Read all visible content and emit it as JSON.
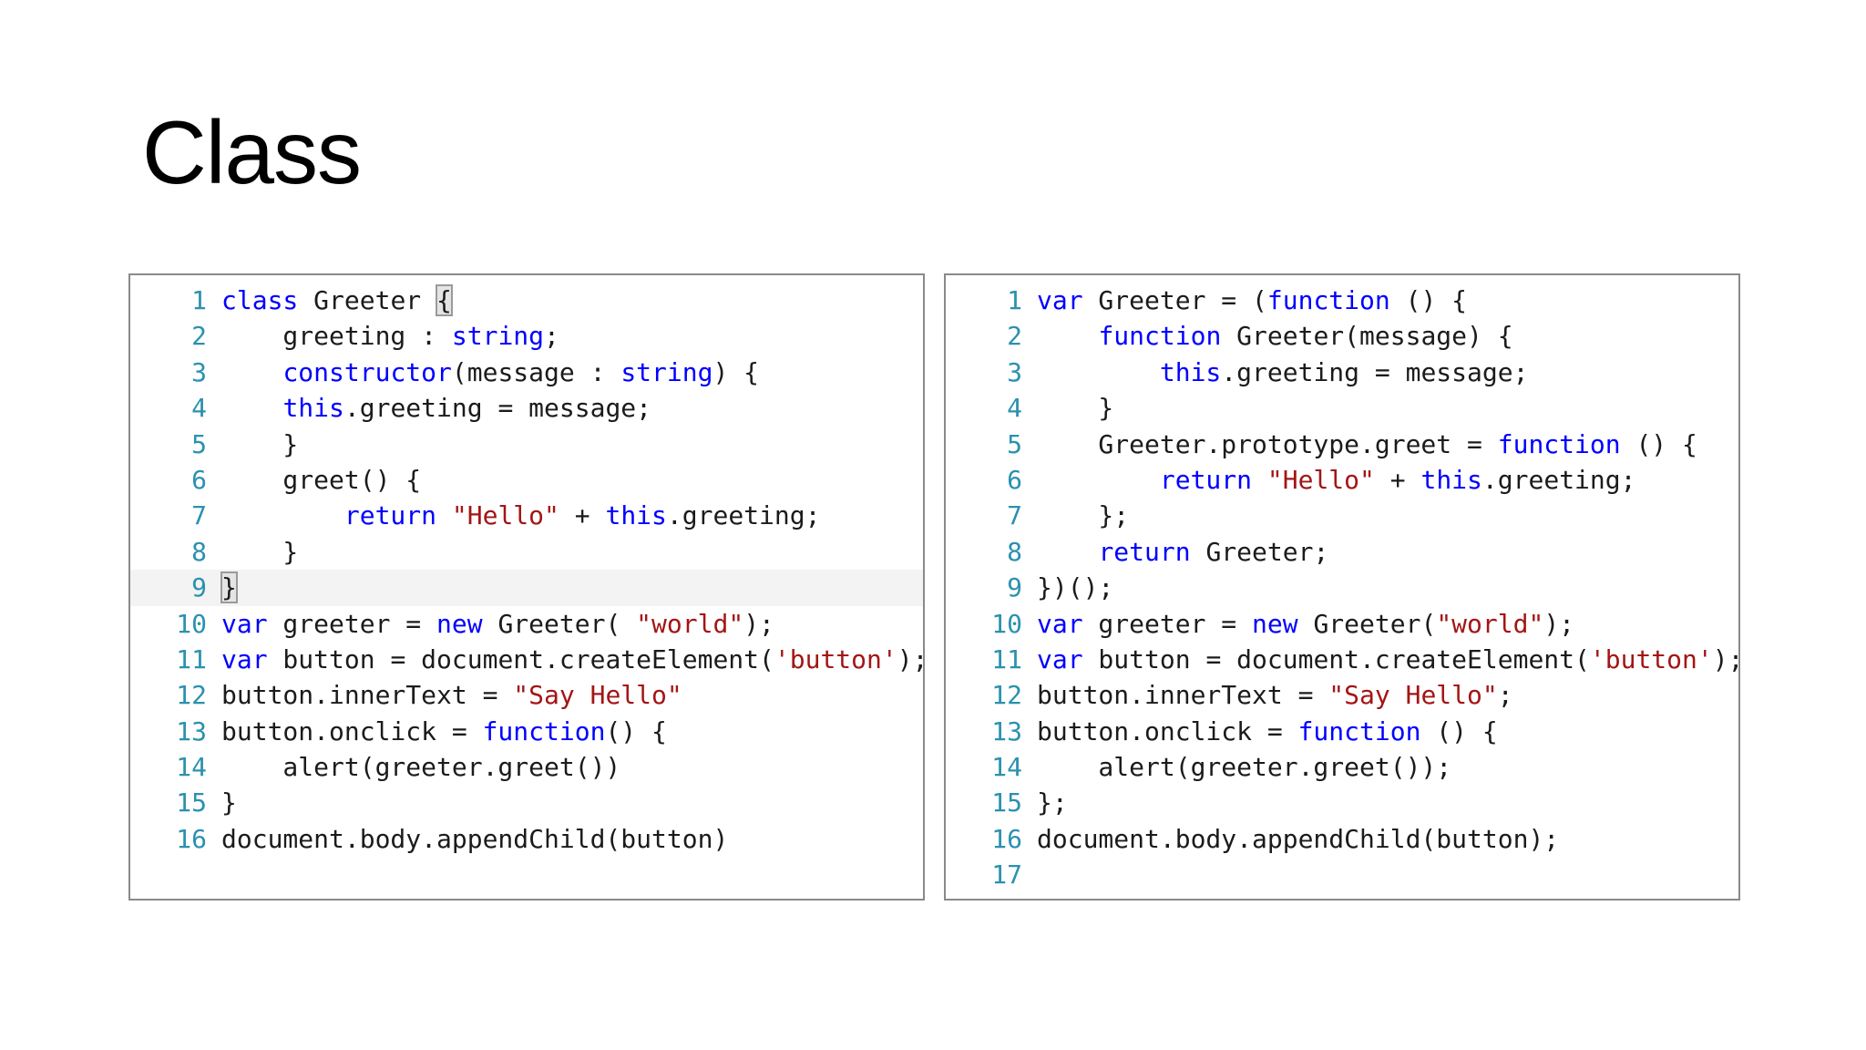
{
  "slide": {
    "title": "Class"
  },
  "colors": {
    "keyword": "#0000ff",
    "string": "#a31515",
    "line_number": "#2b91af",
    "plain": "#1b1b1b",
    "panel_border": "#8a8a8a"
  },
  "left_panel": {
    "language": "TypeScript",
    "highlighted_line": 9,
    "lines": [
      {
        "num": "1",
        "tokens": [
          {
            "t": "class",
            "k": "kw"
          },
          {
            "t": " Greeter ",
            "k": "pl"
          },
          {
            "t": "{",
            "k": "brace"
          }
        ]
      },
      {
        "num": "2",
        "tokens": [
          {
            "t": "    greeting : ",
            "k": "pl"
          },
          {
            "t": "string",
            "k": "kw"
          },
          {
            "t": ";",
            "k": "pl"
          }
        ]
      },
      {
        "num": "3",
        "tokens": [
          {
            "t": "    ",
            "k": "pl"
          },
          {
            "t": "constructor",
            "k": "kw"
          },
          {
            "t": "(message : ",
            "k": "pl"
          },
          {
            "t": "string",
            "k": "kw"
          },
          {
            "t": ") {",
            "k": "pl"
          }
        ]
      },
      {
        "num": "4",
        "tokens": [
          {
            "t": "    ",
            "k": "pl"
          },
          {
            "t": "this",
            "k": "kw"
          },
          {
            "t": ".greeting = message;",
            "k": "pl"
          }
        ]
      },
      {
        "num": "5",
        "tokens": [
          {
            "t": "    }",
            "k": "pl"
          }
        ]
      },
      {
        "num": "6",
        "tokens": [
          {
            "t": "    greet() {",
            "k": "pl"
          }
        ]
      },
      {
        "num": "7",
        "tokens": [
          {
            "t": "        ",
            "k": "pl"
          },
          {
            "t": "return",
            "k": "kw"
          },
          {
            "t": " ",
            "k": "pl"
          },
          {
            "t": "\"Hello\"",
            "k": "str"
          },
          {
            "t": " + ",
            "k": "pl"
          },
          {
            "t": "this",
            "k": "kw"
          },
          {
            "t": ".greeting;",
            "k": "pl"
          }
        ]
      },
      {
        "num": "8",
        "tokens": [
          {
            "t": "    }",
            "k": "pl"
          }
        ]
      },
      {
        "num": "9",
        "tokens": [
          {
            "t": "}",
            "k": "brace"
          }
        ]
      },
      {
        "num": "10",
        "tokens": [
          {
            "t": "var",
            "k": "kw"
          },
          {
            "t": " greeter = ",
            "k": "pl"
          },
          {
            "t": "new",
            "k": "kw"
          },
          {
            "t": " Greeter( ",
            "k": "pl"
          },
          {
            "t": "\"world\"",
            "k": "str"
          },
          {
            "t": ");",
            "k": "pl"
          }
        ]
      },
      {
        "num": "11",
        "tokens": [
          {
            "t": "var",
            "k": "kw"
          },
          {
            "t": " button = document.createElement(",
            "k": "pl"
          },
          {
            "t": "'button'",
            "k": "str"
          },
          {
            "t": ");",
            "k": "pl"
          }
        ]
      },
      {
        "num": "12",
        "tokens": [
          {
            "t": "button.innerText = ",
            "k": "pl"
          },
          {
            "t": "\"Say Hello\"",
            "k": "str"
          }
        ]
      },
      {
        "num": "13",
        "tokens": [
          {
            "t": "button.onclick = ",
            "k": "pl"
          },
          {
            "t": "function",
            "k": "kw"
          },
          {
            "t": "() {",
            "k": "pl"
          }
        ]
      },
      {
        "num": "14",
        "tokens": [
          {
            "t": "    alert(greeter.greet())",
            "k": "pl"
          }
        ]
      },
      {
        "num": "15",
        "tokens": [
          {
            "t": "}",
            "k": "pl"
          }
        ]
      },
      {
        "num": "16",
        "tokens": [
          {
            "t": "document.body.appendChild(button)",
            "k": "pl"
          }
        ]
      }
    ]
  },
  "right_panel": {
    "language": "JavaScript",
    "highlighted_line": null,
    "lines": [
      {
        "num": "1",
        "tokens": [
          {
            "t": "var",
            "k": "kw"
          },
          {
            "t": " Greeter = (",
            "k": "pl"
          },
          {
            "t": "function",
            "k": "kw"
          },
          {
            "t": " () {",
            "k": "pl"
          }
        ]
      },
      {
        "num": "2",
        "tokens": [
          {
            "t": "    ",
            "k": "pl"
          },
          {
            "t": "function",
            "k": "kw"
          },
          {
            "t": " Greeter(message) {",
            "k": "pl"
          }
        ]
      },
      {
        "num": "3",
        "tokens": [
          {
            "t": "        ",
            "k": "pl"
          },
          {
            "t": "this",
            "k": "kw"
          },
          {
            "t": ".greeting = message;",
            "k": "pl"
          }
        ]
      },
      {
        "num": "4",
        "tokens": [
          {
            "t": "    }",
            "k": "pl"
          }
        ]
      },
      {
        "num": "5",
        "tokens": [
          {
            "t": "    Greeter.prototype.greet = ",
            "k": "pl"
          },
          {
            "t": "function",
            "k": "kw"
          },
          {
            "t": " () {",
            "k": "pl"
          }
        ]
      },
      {
        "num": "6",
        "tokens": [
          {
            "t": "        ",
            "k": "pl"
          },
          {
            "t": "return",
            "k": "kw"
          },
          {
            "t": " ",
            "k": "pl"
          },
          {
            "t": "\"Hello\"",
            "k": "str"
          },
          {
            "t": " + ",
            "k": "pl"
          },
          {
            "t": "this",
            "k": "kw"
          },
          {
            "t": ".greeting;",
            "k": "pl"
          }
        ]
      },
      {
        "num": "7",
        "tokens": [
          {
            "t": "    };",
            "k": "pl"
          }
        ]
      },
      {
        "num": "8",
        "tokens": [
          {
            "t": "    ",
            "k": "pl"
          },
          {
            "t": "return",
            "k": "kw"
          },
          {
            "t": " Greeter;",
            "k": "pl"
          }
        ]
      },
      {
        "num": "9",
        "tokens": [
          {
            "t": "})();",
            "k": "pl"
          }
        ]
      },
      {
        "num": "10",
        "tokens": [
          {
            "t": "var",
            "k": "kw"
          },
          {
            "t": " greeter = ",
            "k": "pl"
          },
          {
            "t": "new",
            "k": "kw"
          },
          {
            "t": " Greeter(",
            "k": "pl"
          },
          {
            "t": "\"world\"",
            "k": "str"
          },
          {
            "t": ");",
            "k": "pl"
          }
        ]
      },
      {
        "num": "11",
        "tokens": [
          {
            "t": "var",
            "k": "kw"
          },
          {
            "t": " button = document.createElement(",
            "k": "pl"
          },
          {
            "t": "'button'",
            "k": "str"
          },
          {
            "t": ");",
            "k": "pl"
          }
        ]
      },
      {
        "num": "12",
        "tokens": [
          {
            "t": "button.innerText = ",
            "k": "pl"
          },
          {
            "t": "\"Say Hello\"",
            "k": "str"
          },
          {
            "t": ";",
            "k": "pl"
          }
        ]
      },
      {
        "num": "13",
        "tokens": [
          {
            "t": "button.onclick = ",
            "k": "pl"
          },
          {
            "t": "function",
            "k": "kw"
          },
          {
            "t": " () {",
            "k": "pl"
          }
        ]
      },
      {
        "num": "14",
        "tokens": [
          {
            "t": "    alert(greeter.greet());",
            "k": "pl"
          }
        ]
      },
      {
        "num": "15",
        "tokens": [
          {
            "t": "};",
            "k": "pl"
          }
        ]
      },
      {
        "num": "16",
        "tokens": [
          {
            "t": "document.body.appendChild(button);",
            "k": "pl"
          }
        ]
      },
      {
        "num": "17",
        "tokens": []
      }
    ]
  }
}
